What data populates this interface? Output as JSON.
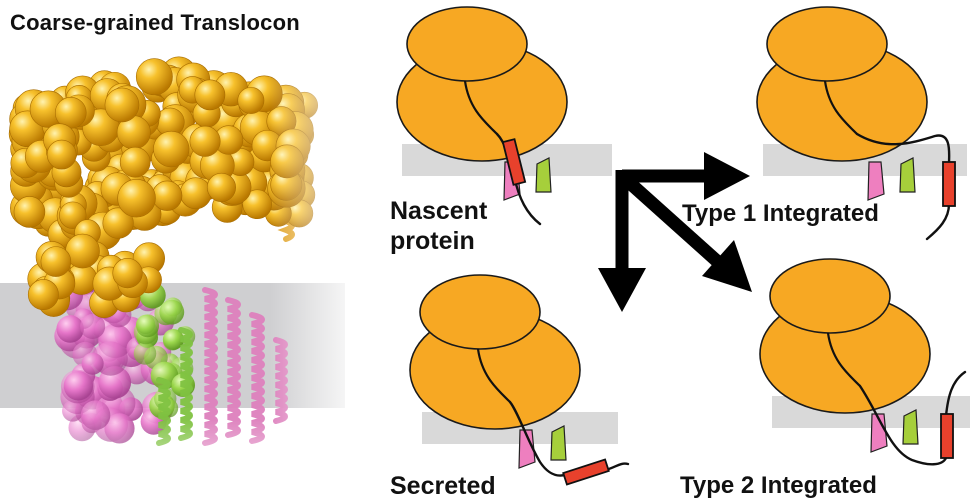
{
  "title": "Coarse-grained Translocon",
  "states": {
    "nascent": {
      "label_line1": "Nascent",
      "label_line2": "protein"
    },
    "type1": {
      "label": "Type 1 Integrated"
    },
    "secreted": {
      "label": "Secreted"
    },
    "type2": {
      "label": "Type 2 Integrated"
    }
  },
  "colors": {
    "ribosome": "#f7a823",
    "ribosome_outline": "#1a1a1a",
    "membrane": "#d9d9d9",
    "lateral_gate_pink": "#ee7fbf",
    "lateral_gate_green": "#a6cf3b",
    "signal_segment": "#e8412c",
    "arrow": "#000000",
    "bead_gold": "#f2a900",
    "helix_pink": "#dd7fbd",
    "helix_green": "#7fc241",
    "membrane_band_3d": "#cfcfd1"
  }
}
